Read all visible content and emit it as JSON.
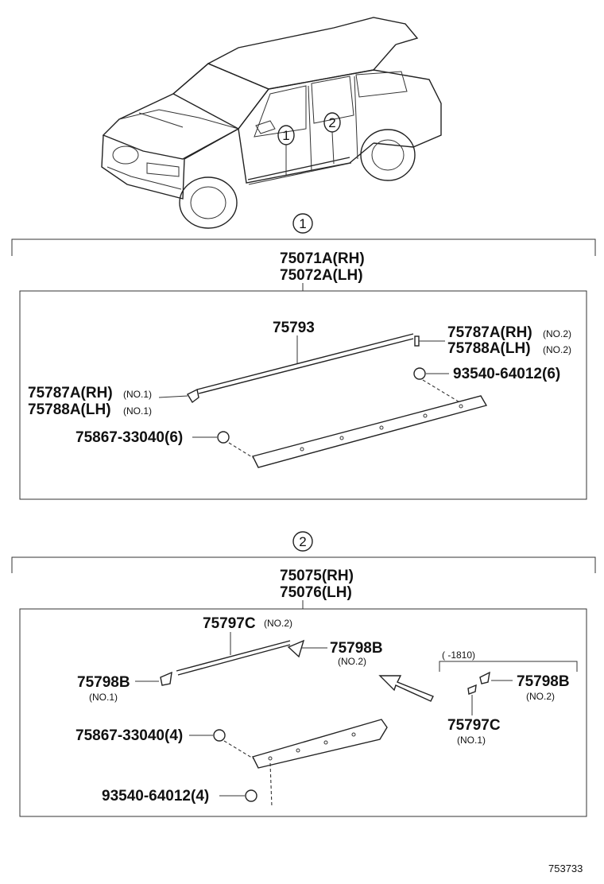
{
  "callouts": {
    "one": "1",
    "two": "2"
  },
  "section1": {
    "assembly_rh": "75071A(RH)",
    "assembly_lh": "75072A(LH)",
    "p_75793": "75793",
    "p_75787a_no2": "75787A(RH)",
    "p_75788a_no2": "75788A(LH)",
    "no2_a": "(NO.2)",
    "no2_b": "(NO.2)",
    "p_93540": "93540-64012(6)",
    "p_75787a_no1": "75787A(RH)",
    "p_75788a_no1": "75788A(LH)",
    "no1_a": "(NO.1)",
    "no1_b": "(NO.1)",
    "p_75867": "75867-33040(6)"
  },
  "section2": {
    "assembly_rh": "75075(RH)",
    "assembly_lh": "75076(LH)",
    "p_75797c_top": "75797C",
    "no2_c": "(NO.2)",
    "p_75798b_mid": "75798B",
    "no2_d": "(NO.2)",
    "p_75798b_left": "75798B",
    "no1_c": "(NO.1)",
    "date_range": "(      -1810)",
    "p_75798b_right": "75798B",
    "no2_e": "(NO.2)",
    "p_75797c_right": "75797C",
    "no1_d": "(NO.1)",
    "p_75867": "75867-33040(4)",
    "p_93540": "93540-64012(4)"
  },
  "figure_id": "753733"
}
